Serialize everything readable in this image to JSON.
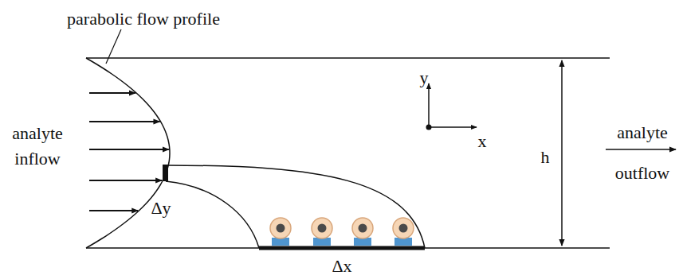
{
  "diagram": {
    "labels": [
      "parabolic flow profile",
      "analyte inflow",
      "Δy",
      "y",
      "x",
      "h",
      "analyte outflow",
      "Δx"
    ]
  }
}
